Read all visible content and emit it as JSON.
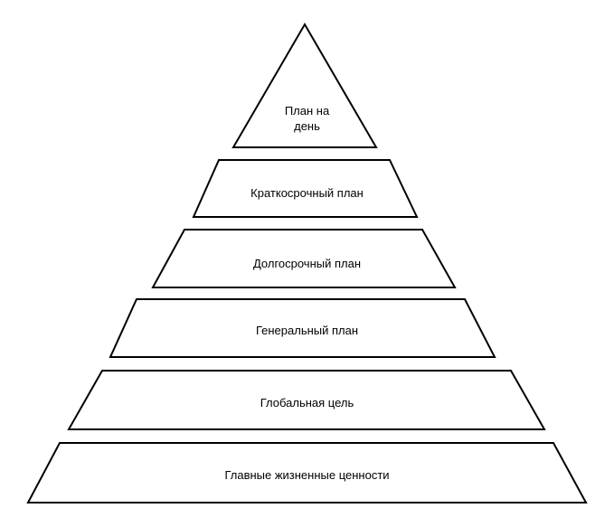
{
  "diagram": {
    "title": "",
    "levels": [
      {
        "label": "План на\nдень"
      },
      {
        "label": "Краткосрочный план"
      },
      {
        "label": "Долгосрочный план"
      },
      {
        "label": "Генеральный план"
      },
      {
        "label": "Глобальная цель"
      },
      {
        "label": "Главные жизненные ценности"
      }
    ],
    "stroke_color": "#000000",
    "fill_color": "#ffffff"
  }
}
